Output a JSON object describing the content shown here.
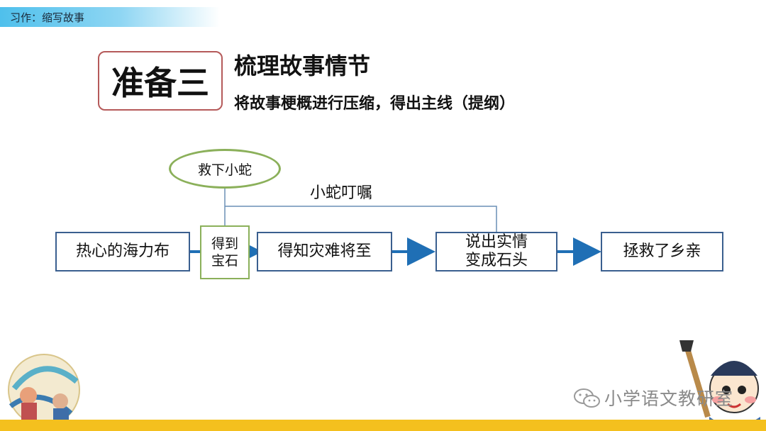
{
  "header": {
    "title": "习作：缩写故事"
  },
  "section": {
    "badge": "准备三",
    "heading": "梳理故事情节",
    "subheading": "将故事梗概进行压缩，得出主线（提纲）"
  },
  "flowchart": {
    "nodes": [
      {
        "line1": "热心的海力布"
      },
      {
        "line1": "得到",
        "line2": "宝石"
      },
      {
        "line1": "得知灾难将至"
      },
      {
        "line1": "说出实情",
        "line2": "变成石头"
      },
      {
        "line1": "拯救了乡亲"
      }
    ],
    "event_top": "救下小蛇",
    "branch_label": "小蛇叮嘱"
  },
  "footer": {
    "watermark": "小学语文教研室"
  },
  "colors": {
    "box_border": "#3a5f8f",
    "green_border": "#8bb05a",
    "arrow": "#1f6fb5",
    "badge_border": "#b55a5a",
    "bottom_bar": "#f4c01e",
    "top_bar": "#4fc0ec"
  }
}
